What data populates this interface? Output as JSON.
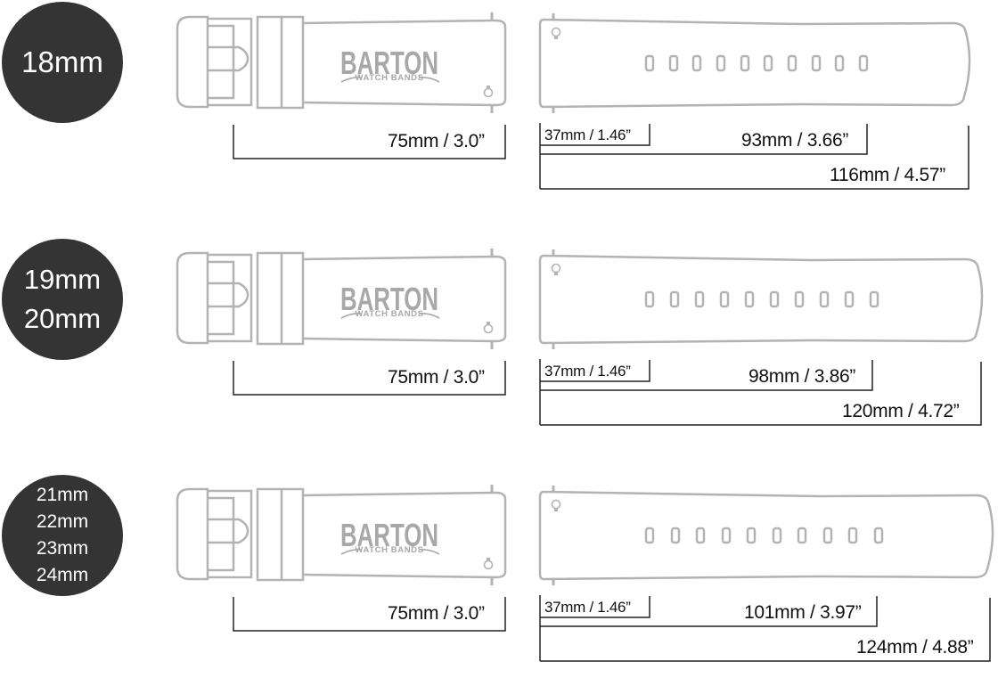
{
  "colors": {
    "badge_bg": "#343434",
    "badge_text": "#ffffff",
    "strap_outline": "#b3b3b3",
    "logo": "#a8a8a8",
    "dimension_line": "#222222",
    "dimension_text": "#111111"
  },
  "logo": {
    "brand": "BARTON",
    "tagline": "WATCH BANDS"
  },
  "rows": [
    {
      "sizes": [
        "18mm"
      ],
      "buckle_side": {
        "length_label": "75mm / 3.0”"
      },
      "hole_side": {
        "first_hole_label": "37mm / 1.46”",
        "last_hole_label": "93mm / 3.66”",
        "total_label": "116mm / 4.57”",
        "hole_count": 10
      }
    },
    {
      "sizes": [
        "19mm",
        "20mm"
      ],
      "buckle_side": {
        "length_label": "75mm / 3.0”"
      },
      "hole_side": {
        "first_hole_label": "37mm / 1.46”",
        "last_hole_label": "98mm / 3.86”",
        "total_label": "120mm / 4.72”",
        "hole_count": 10
      }
    },
    {
      "sizes": [
        "21mm",
        "22mm",
        "23mm",
        "24mm"
      ],
      "buckle_side": {
        "length_label": "75mm / 3.0”"
      },
      "hole_side": {
        "first_hole_label": "37mm / 1.46”",
        "last_hole_label": "101mm / 3.97”",
        "total_label": "124mm / 4.88”",
        "hole_count": 10
      }
    }
  ]
}
